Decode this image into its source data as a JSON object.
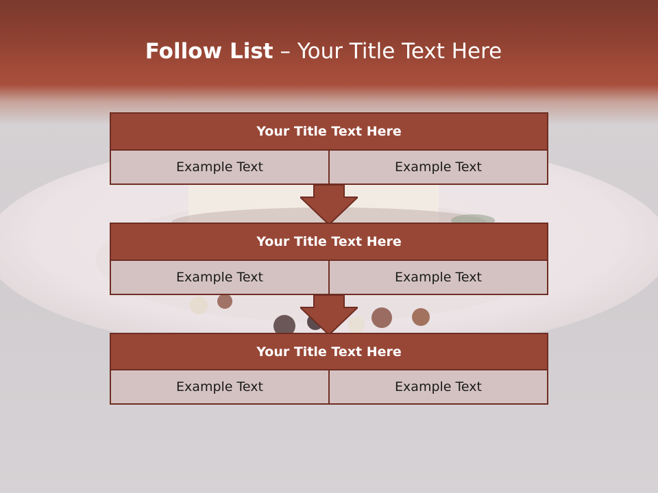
{
  "slide": {
    "title_bold": "Follow List",
    "title_rest": "– Your Title Text Here"
  },
  "steps": [
    {
      "title": "Your Title Text Here",
      "left": "Example Text",
      "right": "Example Text"
    },
    {
      "title": "Your Title Text Here",
      "left": "Example Text",
      "right": "Example Text"
    },
    {
      "title": "Your Title Text Here",
      "left": "Example Text",
      "right": "Example Text"
    }
  ],
  "colors": {
    "header": "#a24b39",
    "block_title": "#984737",
    "block_border": "#6e2d22",
    "cell": "#d4c2c2"
  }
}
